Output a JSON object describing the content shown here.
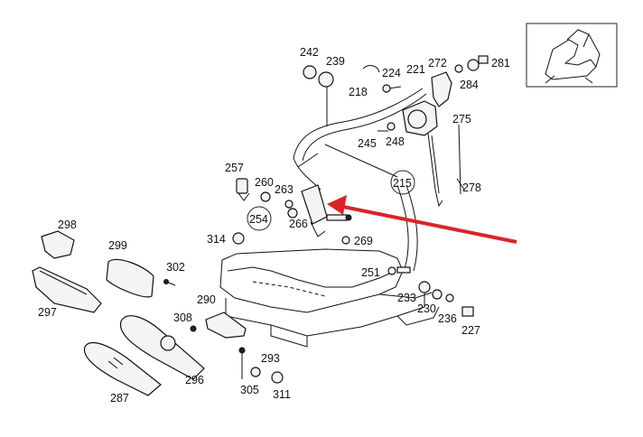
{
  "diagram": {
    "labels": [
      "242",
      "239",
      "224",
      "221",
      "272",
      "281",
      "218",
      "284",
      "275",
      "245",
      "248",
      "278",
      "257",
      "260",
      "263",
      "215",
      "254",
      "266",
      "314",
      "269",
      "298",
      "299",
      "302",
      "251",
      "297",
      "290",
      "233",
      "230",
      "236",
      "227",
      "308",
      "293",
      "296",
      "305",
      "311",
      "287"
    ],
    "encircled_labels": [
      "215",
      "254"
    ],
    "colors": {
      "arrow": "#d9242a",
      "ink": "#111111",
      "paper": "#ffffff"
    },
    "inset": "seat-thumbnail"
  }
}
